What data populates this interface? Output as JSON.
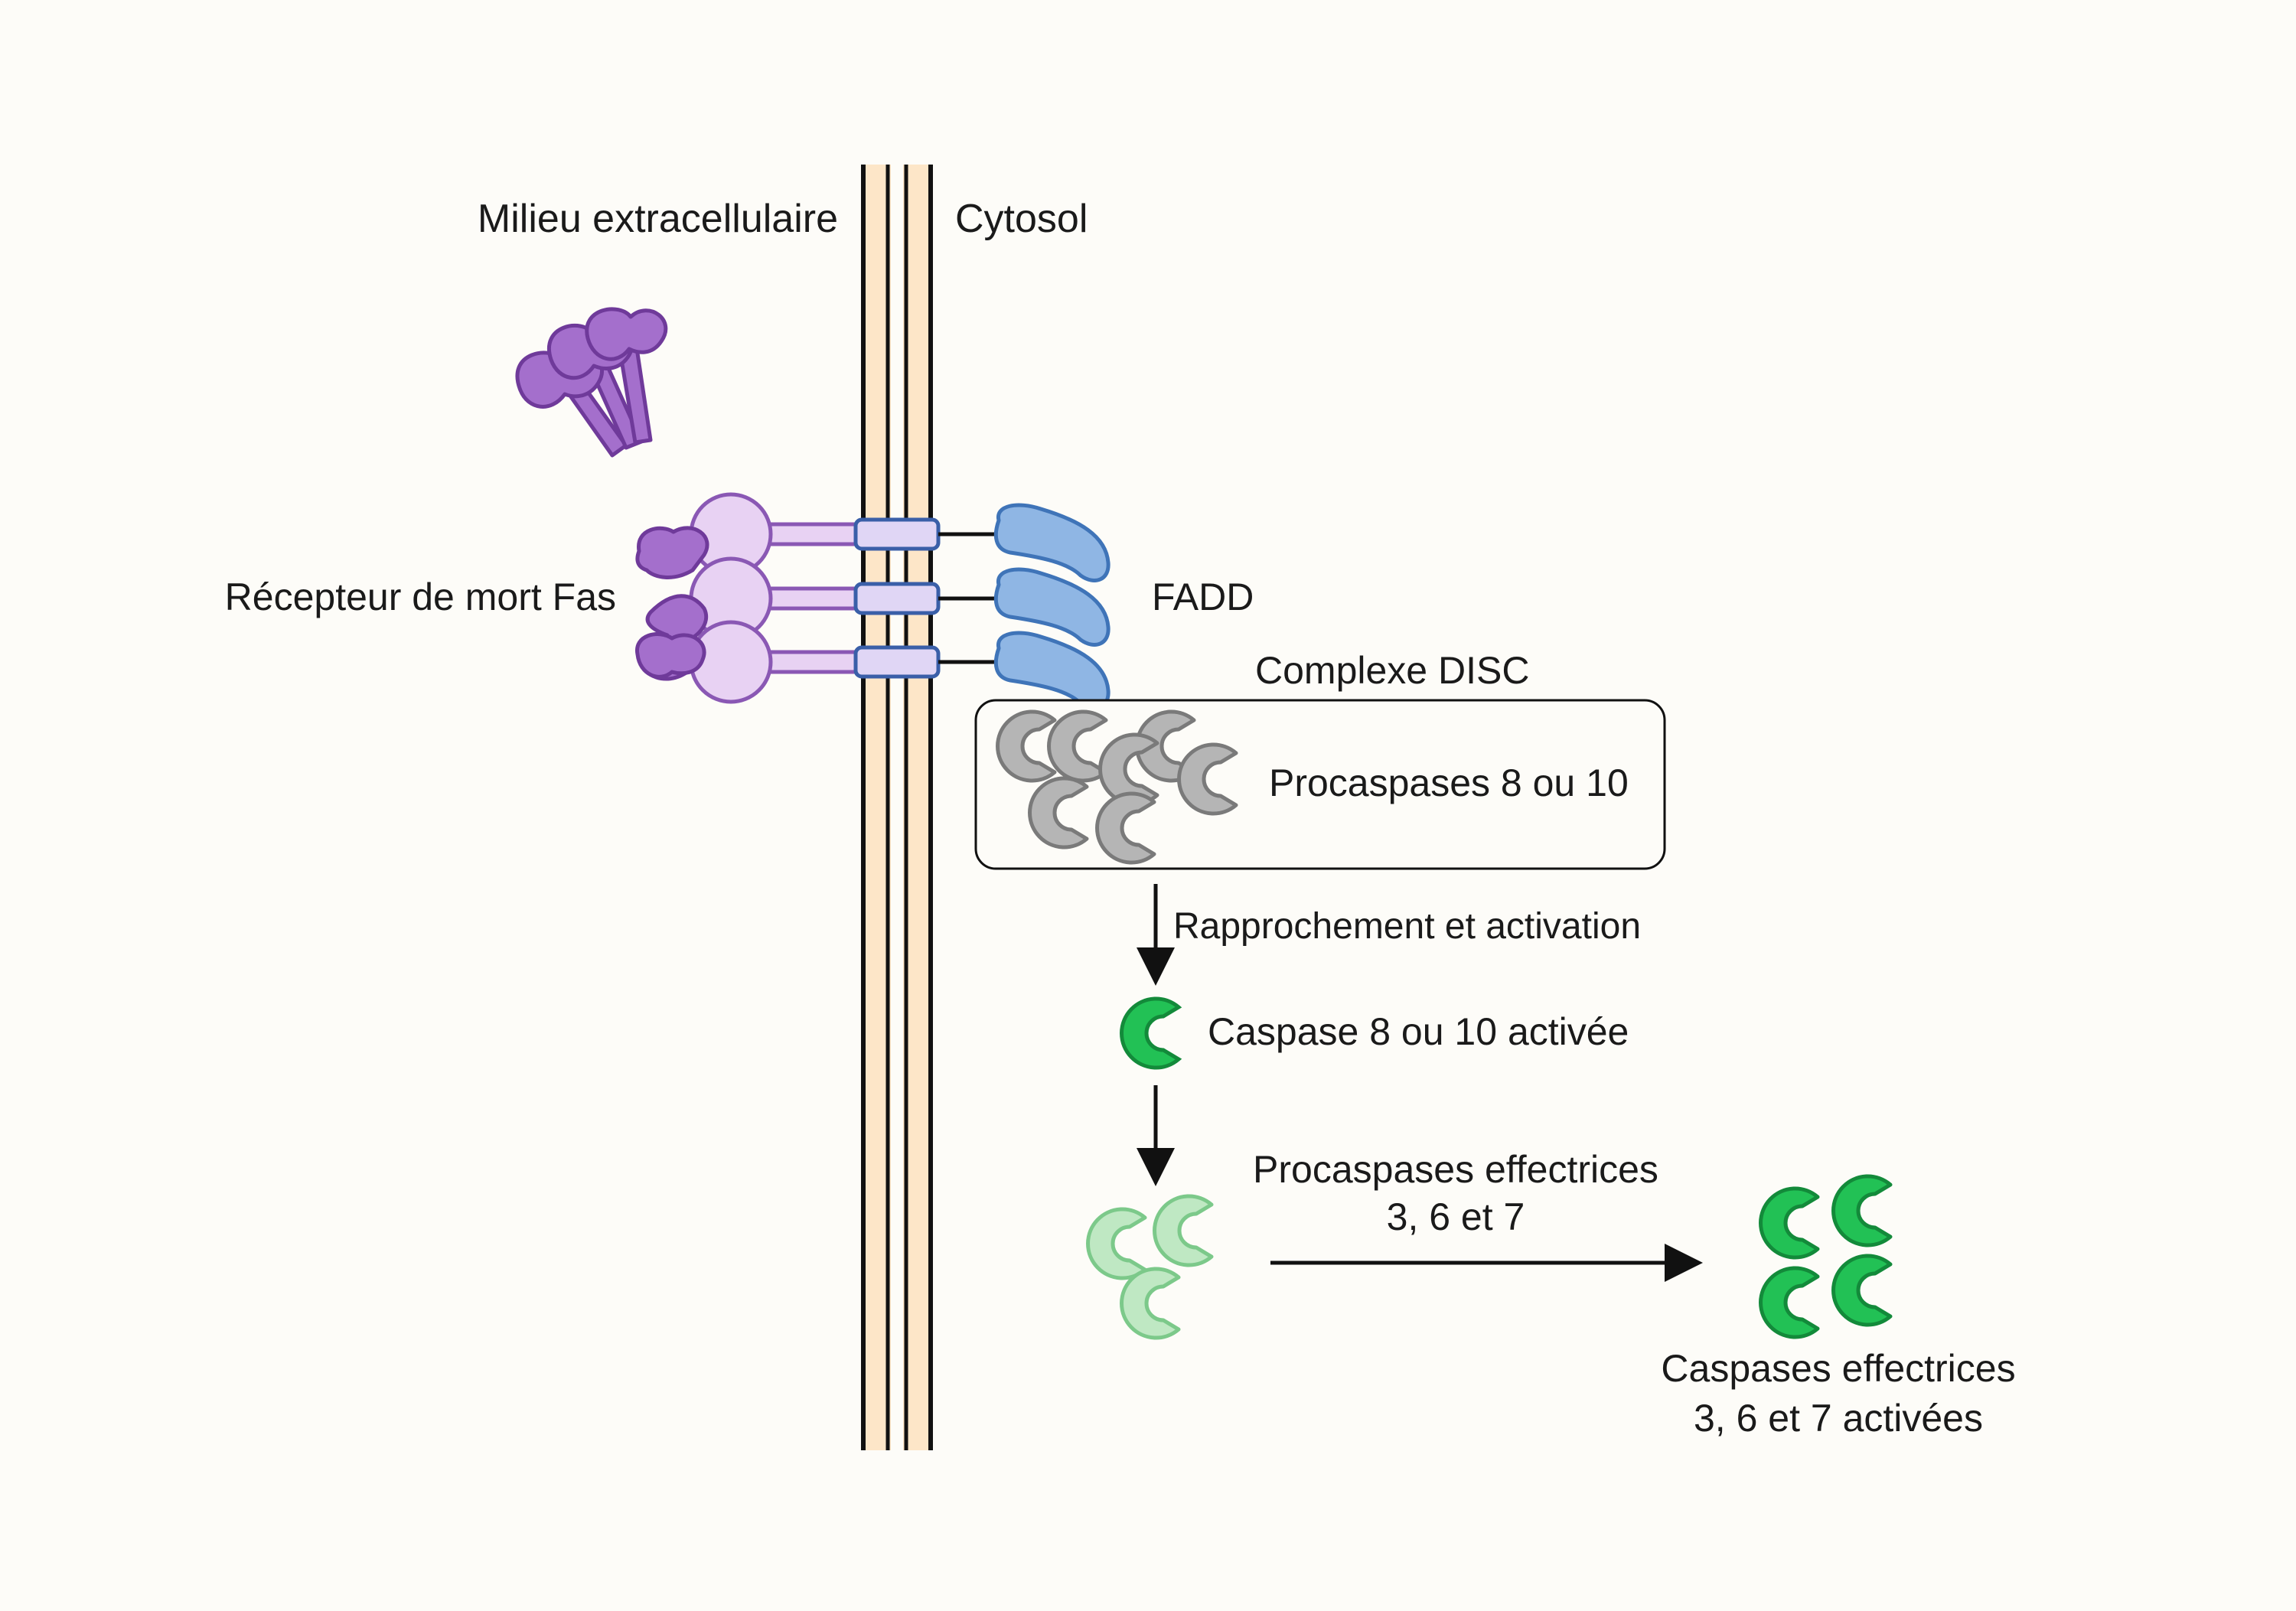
{
  "labels": {
    "extracellular": "Milieu extracellulaire",
    "cytosol": "Cytosol",
    "receptor": "Récepteur de mort Fas",
    "fadd": "FADD",
    "disc": "Complexe DISC",
    "procaspases_initiator": "Procaspases 8 ou 10",
    "step_activation": "Rapprochement et activation",
    "caspase_activated": "Caspase 8 ou 10 activée",
    "procaspases_effector_line1": "Procaspases effectrices",
    "procaspases_effector_line2": "3, 6 et 7",
    "caspases_effector_line1": "Caspases effectrices",
    "caspases_effector_line2": "3, 6 et 7 activées"
  },
  "colors": {
    "membrane_fill": "#fde6c8",
    "membrane_line": "#111111",
    "fasl_fill": "#a46fcc",
    "fasl_stroke": "#6f3a9a",
    "receptor_fill": "#e8d2f3",
    "receptor_stroke": "#8a58b4",
    "fadd_fill": "#8fb6e4",
    "fadd_stroke": "#3f74b8",
    "procaspase_fill": "#b5b5b5",
    "procaspase_stroke": "#7a7a7a",
    "caspase_active_fill": "#22c155",
    "caspase_active_stroke": "#138a3a",
    "procaspase_effector_fill": "#bfe8c3",
    "procaspase_effector_stroke": "#7cc98a"
  },
  "icons": {
    "ligand": "fas-ligand-trimer-icon",
    "receptor": "fas-receptor-icon",
    "adapter": "fadd-adapter-icon",
    "procaspase": "procaspase-icon",
    "caspase": "caspase-icon",
    "arrow": "arrow-icon"
  }
}
